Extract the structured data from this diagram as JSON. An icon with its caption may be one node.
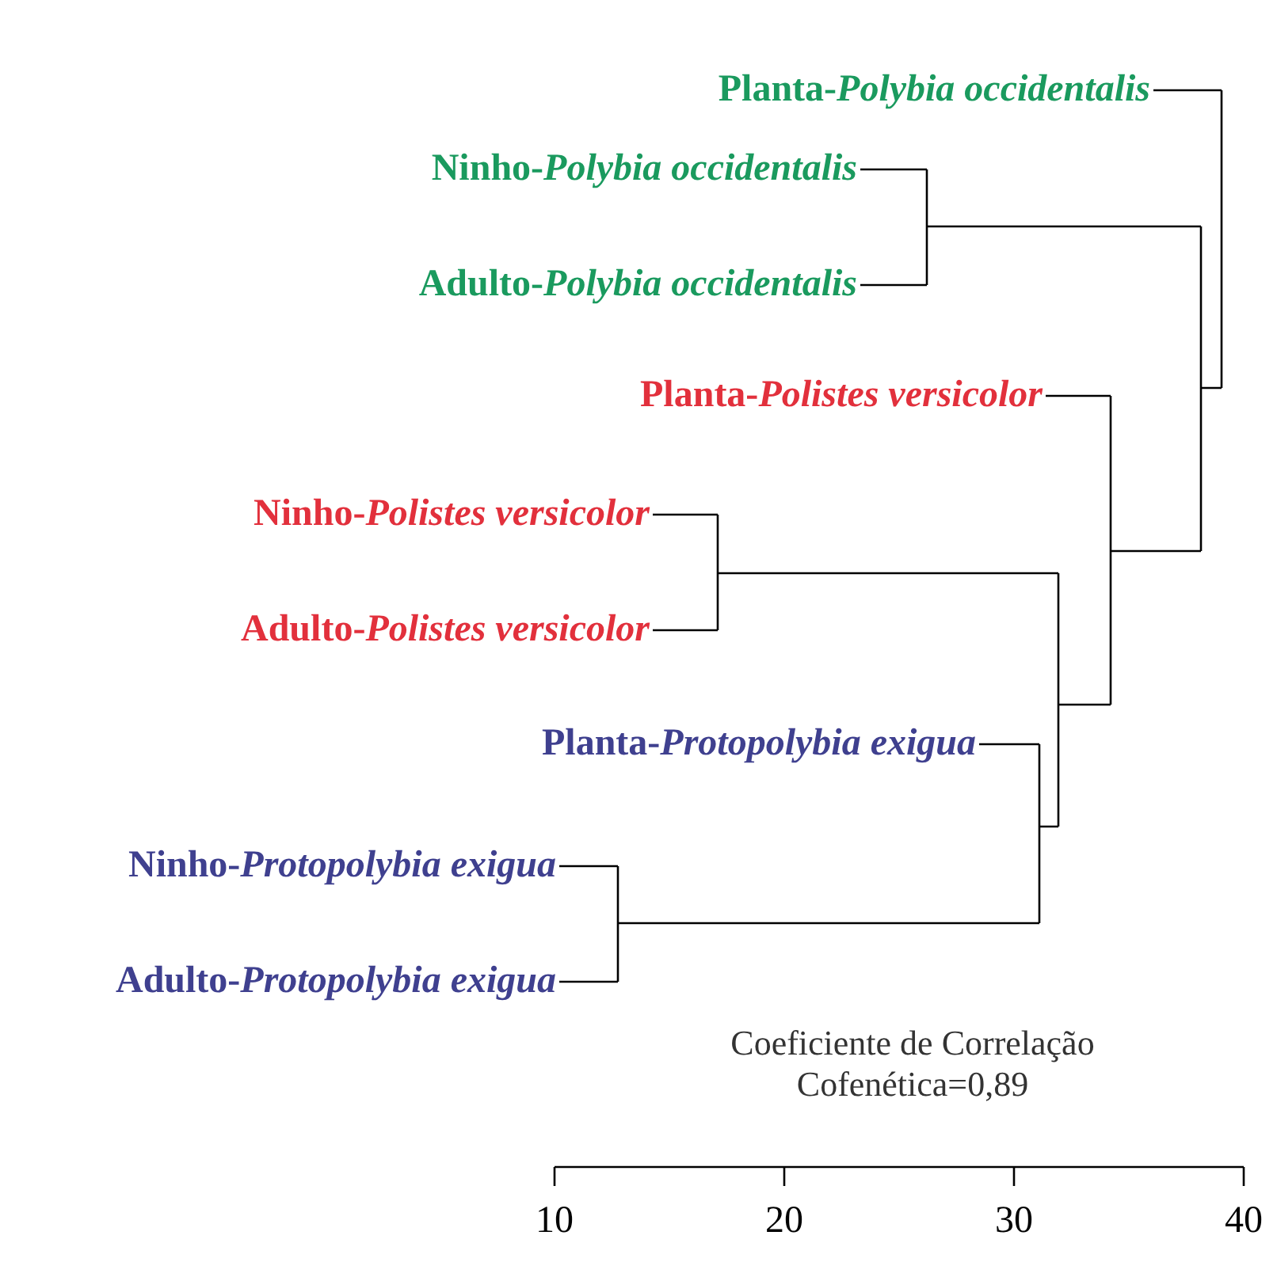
{
  "diagram": {
    "labels": [
      "Planta-*Polybia occidentalis*",
      "Ninho-*Polybia occidentalis*",
      "Adulto-*Polybia occidentalis*",
      "Planta-*Polistes versicolor*",
      "Ninho-*Polistes versicolor*",
      "Adulto-*Polistes versicolor*",
      "Planta-*Protopolybia exigua*",
      "Ninho-*Protopolybia exigua*",
      "Adulto-*Protopolybia exigua*",
      "Coeficiente de Correlação Cofenética=0,89",
      "10",
      "20",
      "30",
      "40"
    ]
  }
}
